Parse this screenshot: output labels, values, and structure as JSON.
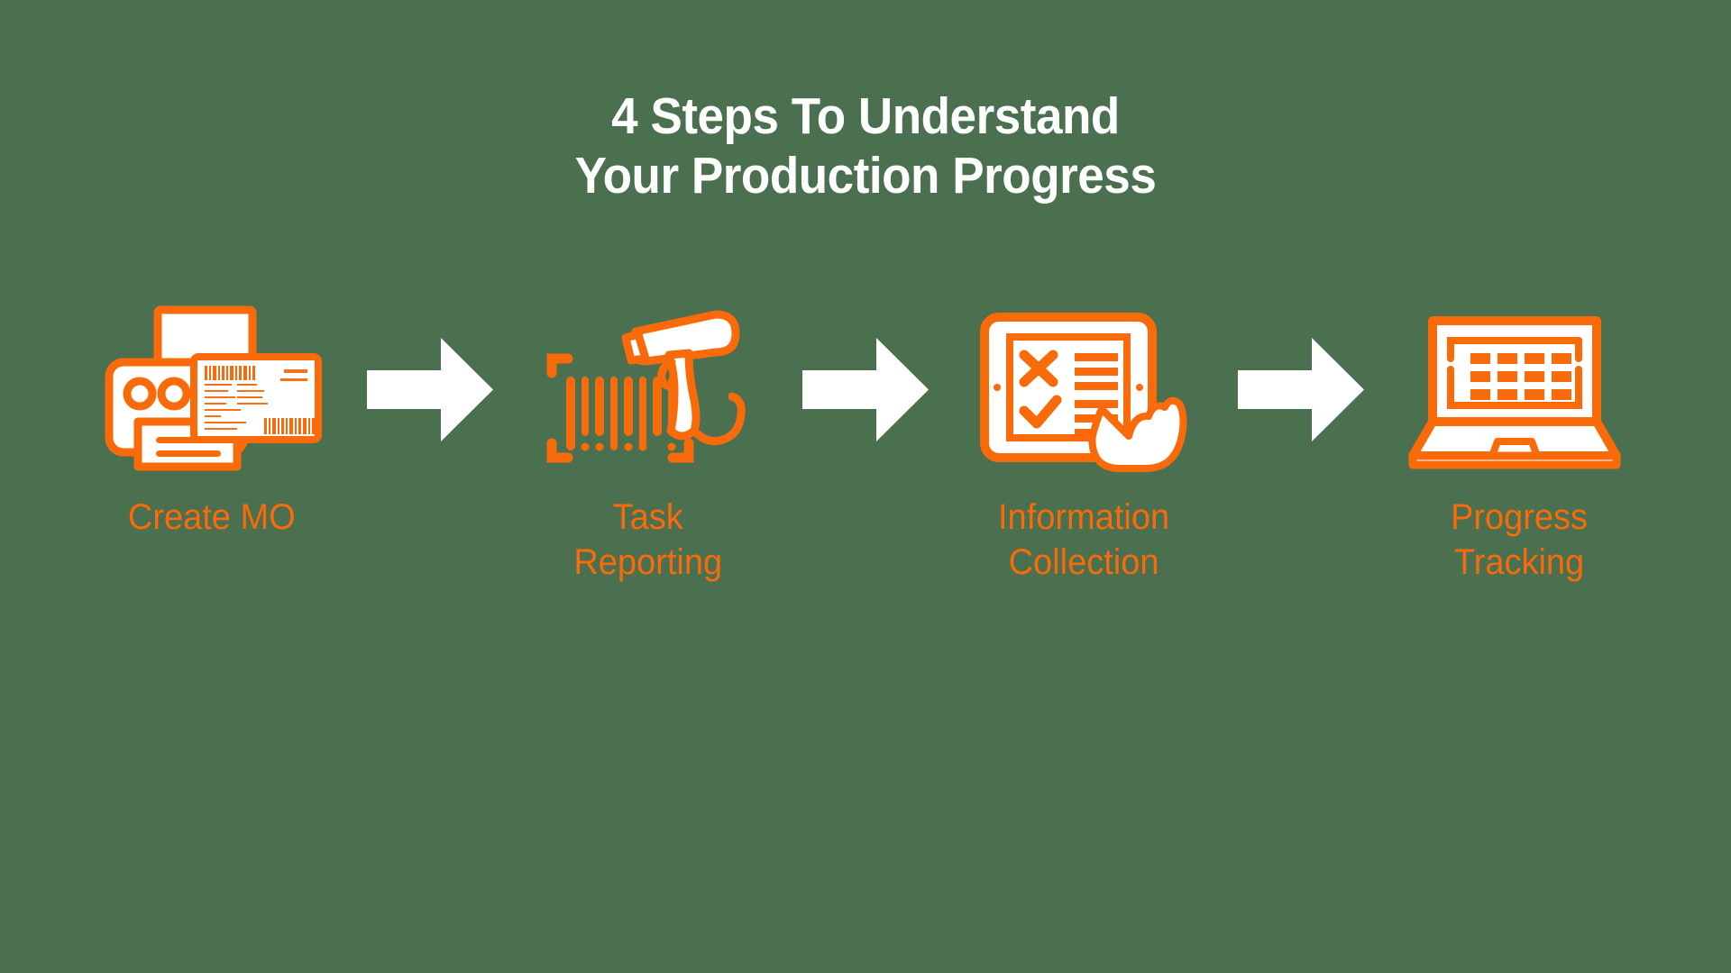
{
  "colors": {
    "background": "#4a7050",
    "accent_orange": "#f96a0a",
    "title_white": "#ffffff",
    "arrow_white": "#ffffff"
  },
  "title": {
    "line1": "4 Steps To Understand",
    "line2": "Your Production Progress"
  },
  "steps": [
    {
      "index": 1,
      "label": "Create MO",
      "icon": "printer-label-icon"
    },
    {
      "index": 2,
      "label": "Task\nReporting",
      "icon": "barcode-scanner-icon"
    },
    {
      "index": 3,
      "label": "Information\nCollection",
      "icon": "tablet-checklist-hand-icon"
    },
    {
      "index": 4,
      "label": "Progress\nTracking",
      "icon": "laptop-dashboard-icon"
    }
  ],
  "arrows": [
    {
      "index": 1,
      "icon": "arrow-right-icon"
    },
    {
      "index": 2,
      "icon": "arrow-right-icon"
    },
    {
      "index": 3,
      "icon": "arrow-right-icon"
    }
  ]
}
